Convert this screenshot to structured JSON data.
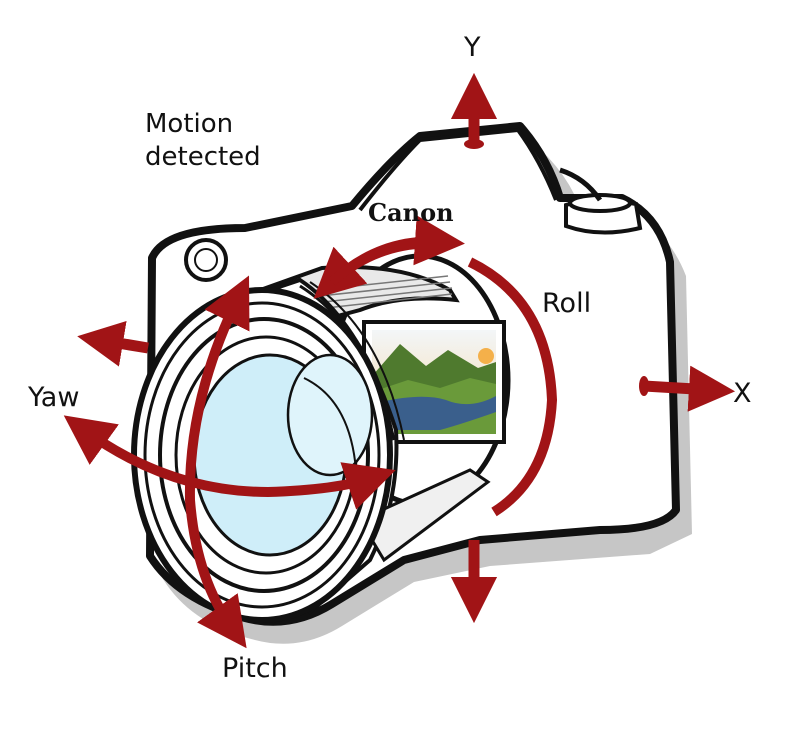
{
  "labels": {
    "motion_line1": "Motion",
    "motion_line2": "detected",
    "brand": "Canon",
    "y_axis": "Y",
    "x_axis": "X",
    "roll": "Roll",
    "yaw": "Yaw",
    "pitch": "Pitch"
  },
  "colors": {
    "arrow": "#a11416",
    "outline": "#111111",
    "shadow": "#c8c8c8",
    "lens_glass": "#cfeef9"
  },
  "icons": [
    "camera-body-icon",
    "viewfinder-photo-icon"
  ]
}
